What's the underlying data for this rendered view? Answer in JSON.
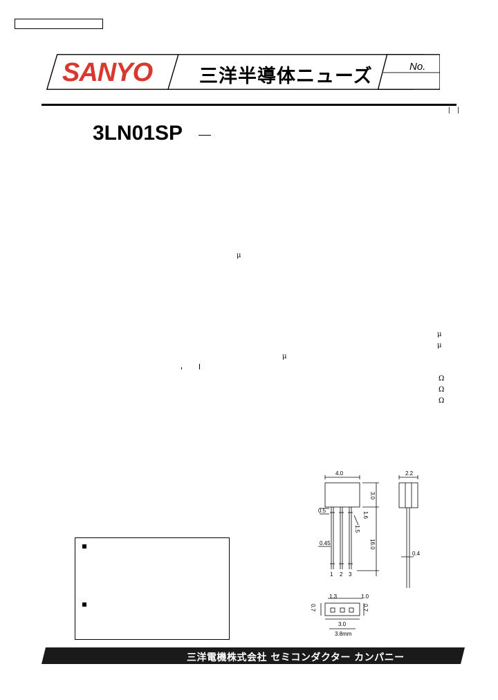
{
  "header": {
    "brand": "SANYO",
    "news_title": "三洋半導体ニューズ",
    "no_label": "No.",
    "top_mark": "| |"
  },
  "part_number": "3LN01SP",
  "symbols": {
    "mu": "μ",
    "omega": "Ω"
  },
  "footer": {
    "company": "三洋電機株式会社 セミコンダクター カンパニー"
  },
  "package_drawing": {
    "dims": {
      "width_top": "4.0",
      "side_width": "2.2",
      "body_height": "3.0",
      "lead_05": "0.5",
      "lead_16": "1.6",
      "lead_15": "1.5",
      "lead_045": "0.45",
      "lead_length": "16.0",
      "lead_04": "0.4",
      "pin_1": "1",
      "pin_2": "2",
      "pin_3": "3",
      "pitch": "1.3",
      "bottom_10": "1.0",
      "bottom_07a": "0.7",
      "bottom_07b": "0.7",
      "bottom_30": "3.0",
      "bottom_width": "3.8mm"
    }
  },
  "colors": {
    "brand_red": "#d9382f",
    "footer_bg": "#1a1a1a"
  }
}
